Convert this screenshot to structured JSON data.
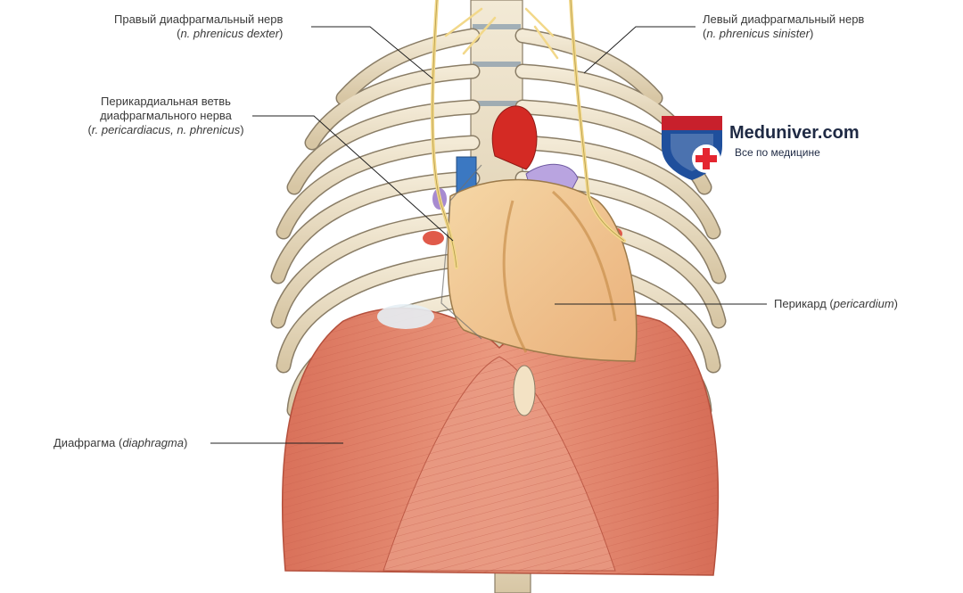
{
  "labels": {
    "right_phrenic_nerve": {
      "title": "Правый диафрагмальный нерв",
      "latin_open": "(",
      "latin": "n. phrenicus dexter",
      "latin_close": ")"
    },
    "left_phrenic_nerve": {
      "title": "Левый диафрагмальный нерв",
      "latin_open": "(",
      "latin": "n. phrenicus sinister",
      "latin_close": ")"
    },
    "pericardial_branch": {
      "line1": "Перикардиальная ветвь",
      "line2": "диафрагмального нерва",
      "latin_open": "(",
      "latin": "r. pericardiacus, n. phrenicus",
      "latin_close": ")"
    },
    "pericardium": {
      "title": "Перикард",
      "latin_open": " (",
      "latin": "pericardium",
      "latin_close": ")"
    },
    "diaphragm": {
      "title": "Диафрагма",
      "latin_open": " (",
      "latin": "diaphragma",
      "latin_close": ")"
    }
  },
  "watermark": {
    "title": "Meduniver.com",
    "subtitle": "Все по медицине",
    "shield_colors": {
      "top": "#c8202c",
      "body": "#1f4f9c",
      "cross": "#e42530"
    }
  },
  "colors": {
    "bone": "#e9dcc2",
    "bone_edge": "#8a7d66",
    "muscle": "#e2826a",
    "muscle_dark": "#b4503d",
    "heart": "#f1c48c",
    "artery": "#d42a24",
    "vein": "#3b78c2",
    "nerve": "#f2d88a",
    "leader": "#222222"
  }
}
